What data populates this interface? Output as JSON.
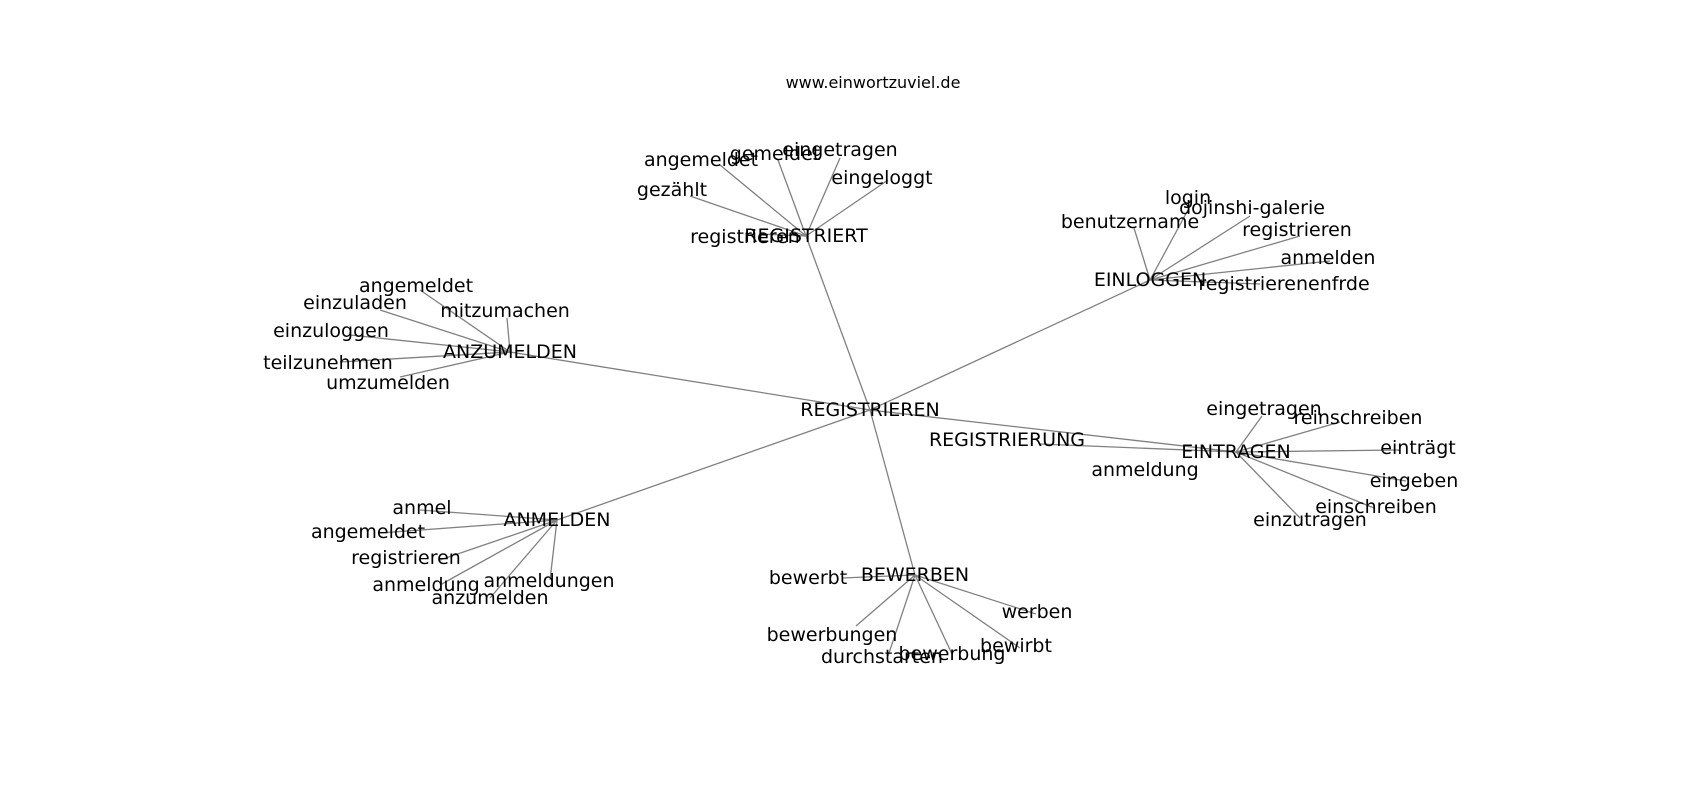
{
  "site": "www.einwortzuviel.de",
  "center": "REGISTRIEREN",
  "clusters": [
    {
      "hub": "REGISTRIERT",
      "leaves": [
        "angemeldet",
        "gemeldet",
        "eingetragen",
        "eingeloggt",
        "gezählt",
        "registrieren"
      ]
    },
    {
      "hub": "EINLOGGEN",
      "leaves": [
        "login",
        "dojinshi-galerie",
        "benutzername",
        "registrieren",
        "anmelden",
        "registrierenenfrde"
      ]
    },
    {
      "hub": "ANZUMELDEN",
      "leaves": [
        "angemeldet",
        "einzuladen",
        "mitzumachen",
        "einzuloggen",
        "teilzunehmen",
        "umzumelden"
      ]
    },
    {
      "hub": "EINTRAGEN",
      "leaves": [
        "eingetragen",
        "reinschreiben",
        "einträgt",
        "eingeben",
        "einschreiben",
        "einzutragen",
        "anmeldung"
      ]
    },
    {
      "hub": "ANMELDEN",
      "leaves": [
        "anmel",
        "angemeldet",
        "registrieren",
        "anmeldung",
        "anmeldungen",
        "anzumelden"
      ]
    },
    {
      "hub": "BEWERBEN",
      "leaves": [
        "bewerbt",
        "werben",
        "bewerbungen",
        "bewirbt",
        "durchstarten",
        "bewerbung"
      ]
    }
  ],
  "extra_nodes": [
    "REGISTRIERUNG"
  ]
}
